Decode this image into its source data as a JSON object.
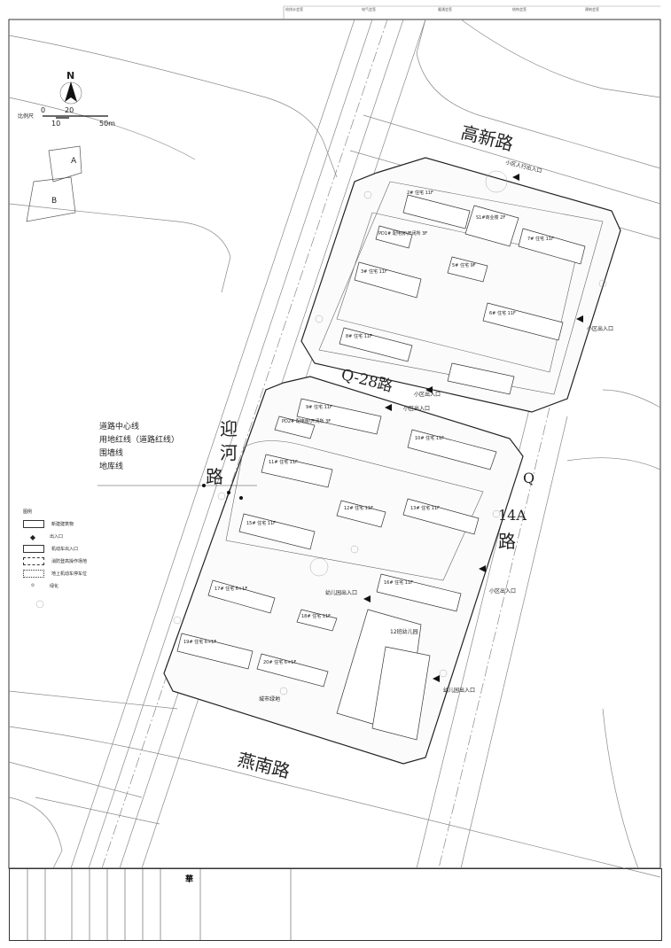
{
  "header_stamps": [
    "给排水会签",
    "电气会签",
    "暖通会签",
    "结构会签",
    "建筑会签"
  ],
  "north": {
    "label": "N"
  },
  "scale": {
    "label": "比例尺",
    "ticks": [
      "0",
      "10",
      "20",
      "50m"
    ]
  },
  "plots": [
    "A",
    "B"
  ],
  "roads": {
    "north": "高新路",
    "middle": "Q-28路",
    "west_1": "迎",
    "west_2": "河",
    "west_3": "路",
    "east_1": "Q",
    "east_2": "14A",
    "east_3": "路",
    "south": "燕南路"
  },
  "line_legend": [
    "道路中心线",
    "用地红线（道路红线）",
    "围墙线",
    "地库线"
  ],
  "legend": {
    "title": "图例",
    "items": [
      "新建建筑物",
      "出入口",
      "机动车出入口",
      "消防登高操作场地",
      "地上机动车停车位",
      "绿化"
    ]
  },
  "entrances": {
    "pedestrian": "小区人行出入口",
    "east_top": "小区出入口",
    "mid_1": "小区出入口",
    "mid_2": "小区出入口",
    "east_bottom": "小区出入口",
    "kinder_1": "幼儿园出入口",
    "kinder_2": "幼儿园出入口"
  },
  "buildings": [
    {
      "id": "2#",
      "use": "住宅",
      "floors": "11F"
    },
    {
      "id": "S1#商业楼",
      "use": "",
      "floors": "2F"
    },
    {
      "id": "PD1#",
      "use": "配电房\\开闭所",
      "floors": "3F"
    },
    {
      "id": "7#",
      "use": "住宅",
      "floors": "11F"
    },
    {
      "id": "3#",
      "use": "住宅",
      "floors": "11F"
    },
    {
      "id": "5#",
      "use": "住宅",
      "floors": "9F"
    },
    {
      "id": "6#",
      "use": "住宅",
      "floors": "11F"
    },
    {
      "id": "8#",
      "use": "住宅",
      "floors": "11F"
    },
    {
      "id": "PD2#",
      "use": "配电房\\开闭所",
      "floors": "3F"
    },
    {
      "id": "9#",
      "use": "住宅",
      "floors": "11F"
    },
    {
      "id": "10#",
      "use": "住宅",
      "floors": "11F"
    },
    {
      "id": "11#",
      "use": "住宅",
      "floors": "11F"
    },
    {
      "id": "12#",
      "use": "住宅",
      "floors": "11F"
    },
    {
      "id": "13#",
      "use": "住宅",
      "floors": "11F"
    },
    {
      "id": "15#",
      "use": "住宅",
      "floors": "11F"
    },
    {
      "id": "16#",
      "use": "住宅",
      "floors": "11F"
    },
    {
      "id": "17#",
      "use": "住宅",
      "floors": "6+1F"
    },
    {
      "id": "18#",
      "use": "住宅",
      "floors": "11F"
    },
    {
      "id": "19#",
      "use": "住宅",
      "floors": "6+1F"
    },
    {
      "id": "20#",
      "use": "住宅",
      "floors": "6+1F"
    }
  ],
  "kindergarten": "12班幼儿园",
  "green_belt": "城市绿地"
}
